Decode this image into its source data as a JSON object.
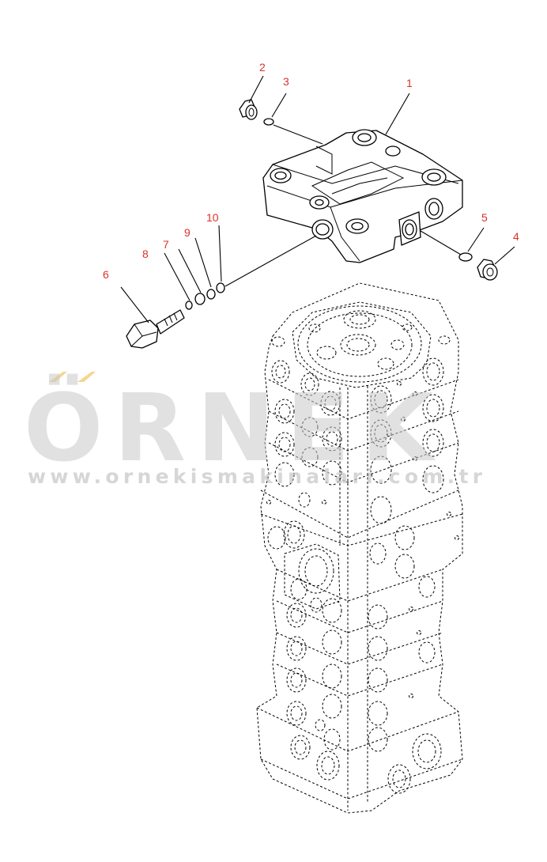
{
  "callouts": [
    {
      "id": "1",
      "label": "1"
    },
    {
      "id": "2",
      "label": "2"
    },
    {
      "id": "3",
      "label": "3"
    },
    {
      "id": "4",
      "label": "4"
    },
    {
      "id": "5",
      "label": "5"
    },
    {
      "id": "6",
      "label": "6"
    },
    {
      "id": "7",
      "label": "7"
    },
    {
      "id": "8",
      "label": "8"
    },
    {
      "id": "9",
      "label": "9"
    },
    {
      "id": "10",
      "label": "10"
    }
  ],
  "watermark": {
    "brand": "ÖRNEK",
    "url": "www.ornekismakinalari.com.tr",
    "accent_color": "#f2cf7a",
    "text_color": "#c8c8c8"
  },
  "colors": {
    "callout": "#d9332b",
    "line": "#000000",
    "background": "#ffffff"
  }
}
